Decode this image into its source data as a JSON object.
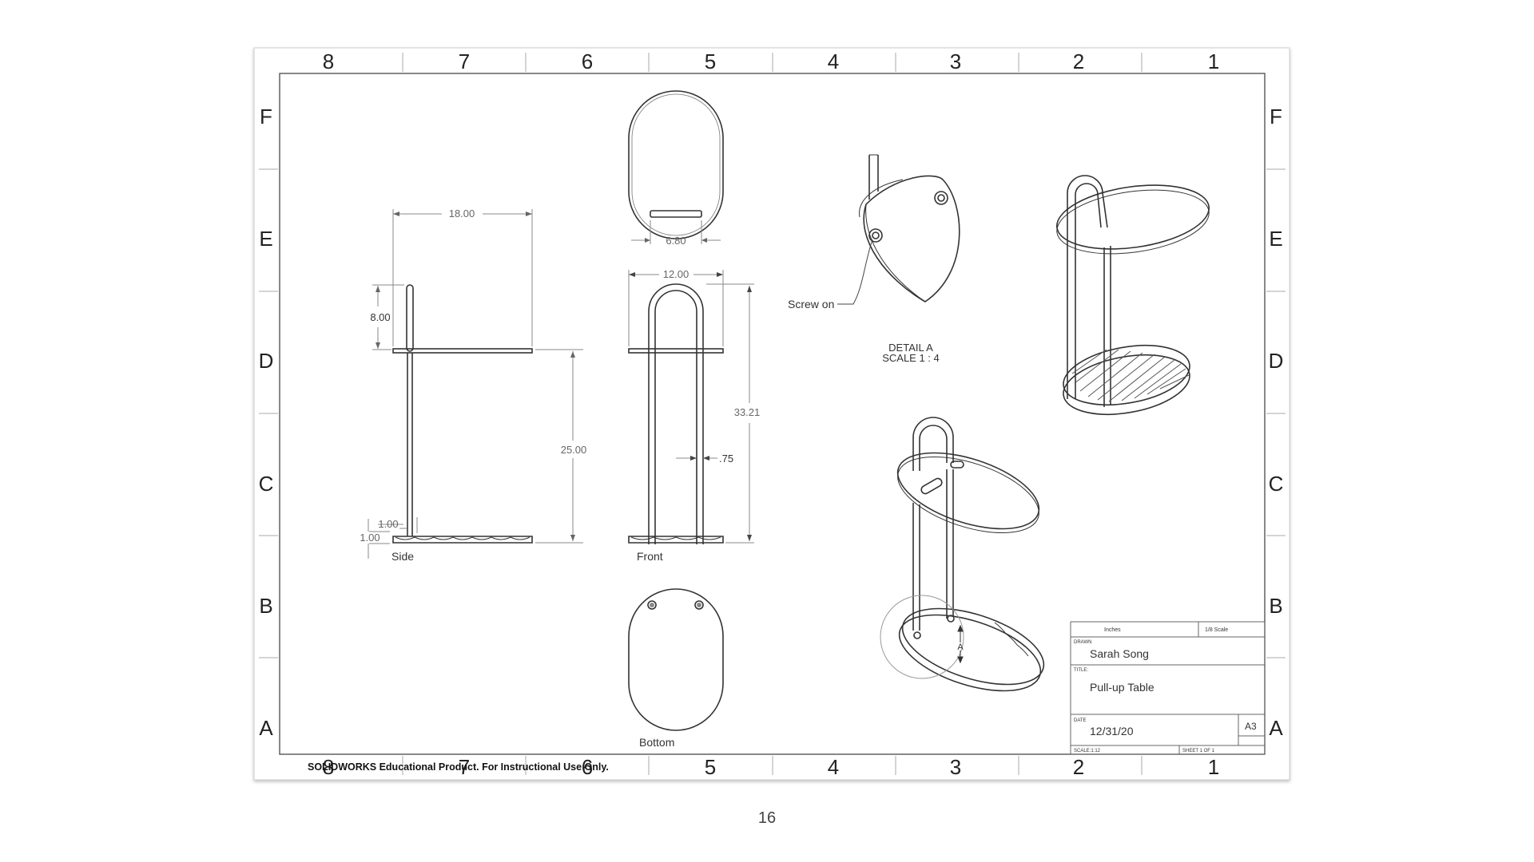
{
  "border": {
    "columns": [
      "8",
      "7",
      "6",
      "5",
      "4",
      "3",
      "2",
      "1"
    ],
    "rows": [
      "F",
      "E",
      "D",
      "C",
      "B",
      "A"
    ]
  },
  "views": {
    "side_label": "Side",
    "front_label": "Front",
    "bottom_label": "Bottom",
    "detail_title": "DETAIL A",
    "detail_scale": "SCALE 1 : 4",
    "detail_callout": "A"
  },
  "dimensions": {
    "side_width": "18.00",
    "side_handle_height": "8.00",
    "side_table_height": "25.00",
    "side_post_offset": "1.00",
    "side_base_thickness": "1.00",
    "top_slot_width": "6.80",
    "front_width": "12.00",
    "front_total_height": "33.21",
    "front_tube_diameter": ".75"
  },
  "annotations": {
    "screw_note": "Screw on"
  },
  "title_block": {
    "units": "Inches",
    "scale_note": "1/8 Scale",
    "drawn_label": "DRAWN",
    "drawn_by": "Sarah Song",
    "title_label": "TITLE:",
    "title": "Pull-up Table",
    "date_label": "DATE",
    "date": "12/31/20",
    "size": "A3",
    "scale": "SCALE:1:12",
    "sheet": "SHEET 1 OF 1"
  },
  "watermark": "SOLIDWORKS Educational Product. For Instructional Use Only.",
  "page_number": "16"
}
